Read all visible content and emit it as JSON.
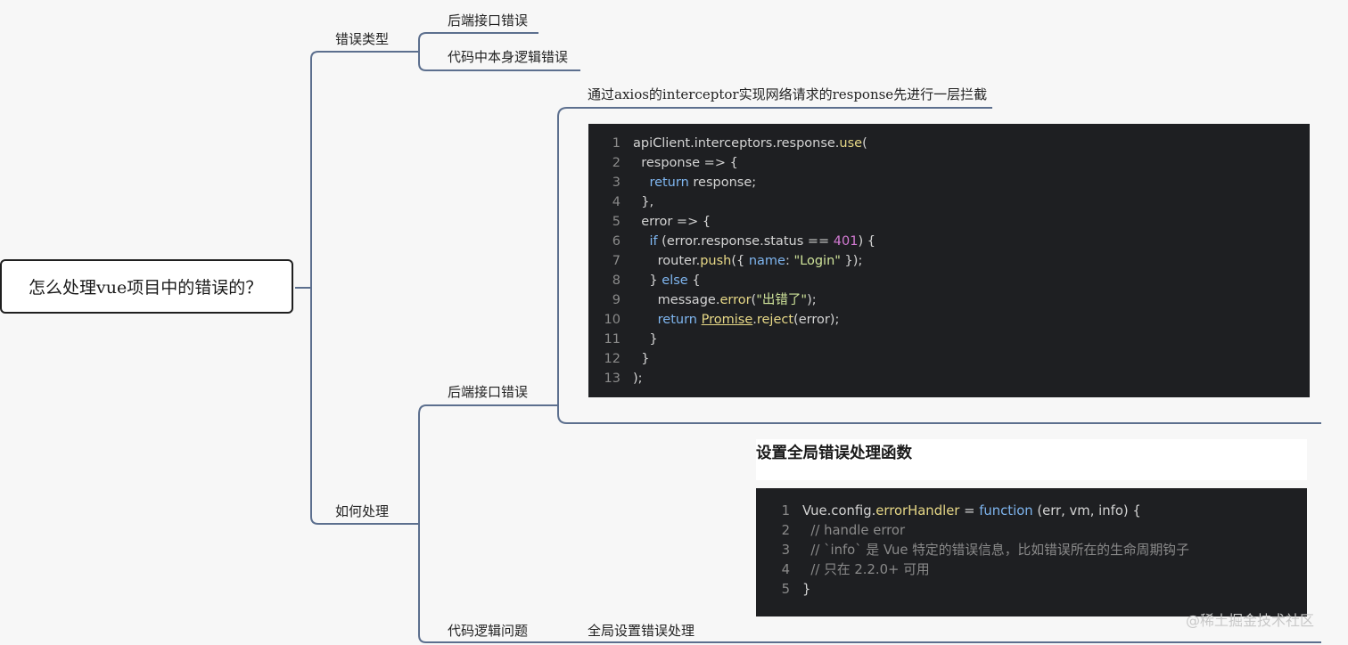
{
  "mindmap": {
    "root": "怎么处理vue项目中的错误的？",
    "branches": {
      "error_types": {
        "label": "错误类型",
        "children": [
          "后端接口错误",
          "代码中本身逻辑错误"
        ]
      },
      "handling": {
        "label": "如何处理",
        "backend": {
          "label": "后端接口错误",
          "detail": "通过axios的interceptor实现网络请求的response先进行一层拦截"
        },
        "logic": {
          "label": "代码逻辑问题",
          "detail": "全局设置错误处理",
          "heading": "设置全局错误处理函数"
        }
      }
    }
  },
  "code_blocks": [
    {
      "name": "axios-interceptor",
      "lines": [
        [
          [
            "t",
            "apiClient.interceptors.response."
          ],
          [
            "fn",
            "use"
          ],
          [
            "t",
            "("
          ]
        ],
        [
          [
            "t",
            "  response => {"
          ]
        ],
        [
          [
            "t",
            "    "
          ],
          [
            "kw",
            "return"
          ],
          [
            "t",
            " response;"
          ]
        ],
        [
          [
            "t",
            "  },"
          ]
        ],
        [
          [
            "t",
            "  error => {"
          ]
        ],
        [
          [
            "t",
            "    "
          ],
          [
            "kw",
            "if"
          ],
          [
            "t",
            " (error.response.status == "
          ],
          [
            "num",
            "401"
          ],
          [
            "t",
            ") {"
          ]
        ],
        [
          [
            "t",
            "      router."
          ],
          [
            "fn",
            "push"
          ],
          [
            "t",
            "({ "
          ],
          [
            "kw",
            "name"
          ],
          [
            "t",
            ": "
          ],
          [
            "str",
            "\"Login\""
          ],
          [
            "t",
            " });"
          ]
        ],
        [
          [
            "t",
            "    } "
          ],
          [
            "kw",
            "else"
          ],
          [
            "t",
            " {"
          ]
        ],
        [
          [
            "t",
            "      message."
          ],
          [
            "fn",
            "error"
          ],
          [
            "t",
            "("
          ],
          [
            "str",
            "\"出错了\""
          ],
          [
            "t",
            ");"
          ]
        ],
        [
          [
            "t",
            "      "
          ],
          [
            "kw",
            "return"
          ],
          [
            "t",
            " "
          ],
          [
            "ul",
            "Promise"
          ],
          [
            "t",
            "."
          ],
          [
            "fn",
            "reject"
          ],
          [
            "t",
            "(error);"
          ]
        ],
        [
          [
            "t",
            "    }"
          ]
        ],
        [
          [
            "t",
            "  }"
          ]
        ],
        [
          [
            "t",
            ");"
          ]
        ]
      ]
    },
    {
      "name": "vue-error-handler",
      "lines": [
        [
          [
            "t",
            "Vue.config."
          ],
          [
            "fn",
            "errorHandler"
          ],
          [
            "t",
            " = "
          ],
          [
            "kw",
            "function"
          ],
          [
            "t",
            " (err, vm, info) {"
          ]
        ],
        [
          [
            "cm",
            "  // handle error"
          ]
        ],
        [
          [
            "cm",
            "  // `info` 是 Vue 特定的错误信息，比如错误所在的生命周期钩子"
          ]
        ],
        [
          [
            "cm",
            "  // 只在 2.2.0+ 可用"
          ]
        ],
        [
          [
            "t",
            "}"
          ]
        ]
      ]
    }
  ],
  "watermark": "@稀土掘金技术社区",
  "colors": {
    "connector": "#5c6f8e",
    "code_bg": "#1e1f22"
  }
}
